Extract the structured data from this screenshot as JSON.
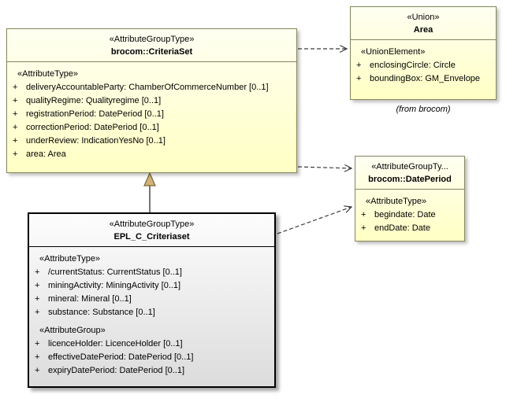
{
  "colors": {
    "box_fill": "#FFFFCC",
    "box_border": "#85855D",
    "gray_fill": "#E8E8E8",
    "gray_border": "#000000",
    "connector": "#3C3C3C",
    "generalization_head_fill": "#D0B178"
  },
  "criteria_set": {
    "stereotype": "«AttributeGroupType»",
    "name": "brocom::CriteriaSet",
    "section": "«AttributeType»",
    "attributes": [
      {
        "vis": "+",
        "text": "deliveryAccountableParty: ChamberOfCommerceNumber [0..1]"
      },
      {
        "vis": "+",
        "text": "qualityRegime: Qualityregime [0..1]"
      },
      {
        "vis": "+",
        "text": "registrationPeriod: DatePeriod [0..1]"
      },
      {
        "vis": "+",
        "text": "correctionPeriod: DatePeriod [0..1]"
      },
      {
        "vis": "+",
        "text": "underReview: IndicationYesNo [0..1]"
      },
      {
        "vis": "+",
        "text": "area: Area"
      }
    ]
  },
  "area": {
    "stereotype": "«Union»",
    "name": "Area",
    "section": "«UnionElement»",
    "attributes": [
      {
        "vis": "+",
        "text": "enclosingCircle: Circle"
      },
      {
        "vis": "+",
        "text": "boundingBox: GM_Envelope"
      }
    ],
    "caption": "(from brocom)"
  },
  "date_period": {
    "stereotype": "«AttributeGroupTy...",
    "name": "brocom::DatePeriod",
    "section": "«AttributeType»",
    "attributes": [
      {
        "vis": "+",
        "text": "begindate: Date"
      },
      {
        "vis": "+",
        "text": "endDate: Date"
      }
    ]
  },
  "epl": {
    "stereotype": "«AttributeGroupType»",
    "name": "EPL_C_Criteriaset",
    "section1": "«AttributeType»",
    "attributes1": [
      {
        "vis": "+",
        "text": "/currentStatus: CurrentStatus [0..1]"
      },
      {
        "vis": "+",
        "text": "miningActivity: MiningActivity [0..1]"
      },
      {
        "vis": "+",
        "text": "mineral: Mineral [0..1]"
      },
      {
        "vis": "+",
        "text": "substance: Substance [0..1]"
      }
    ],
    "section2": "«AttributeGroup»",
    "attributes2": [
      {
        "vis": "+",
        "text": "licenceHolder: LicenceHolder [0..1]"
      },
      {
        "vis": "+",
        "text": "effectiveDatePeriod: DatePeriod [0..1]"
      },
      {
        "vis": "+",
        "text": "expiryDatePeriod: DatePeriod [0..1]"
      }
    ]
  }
}
